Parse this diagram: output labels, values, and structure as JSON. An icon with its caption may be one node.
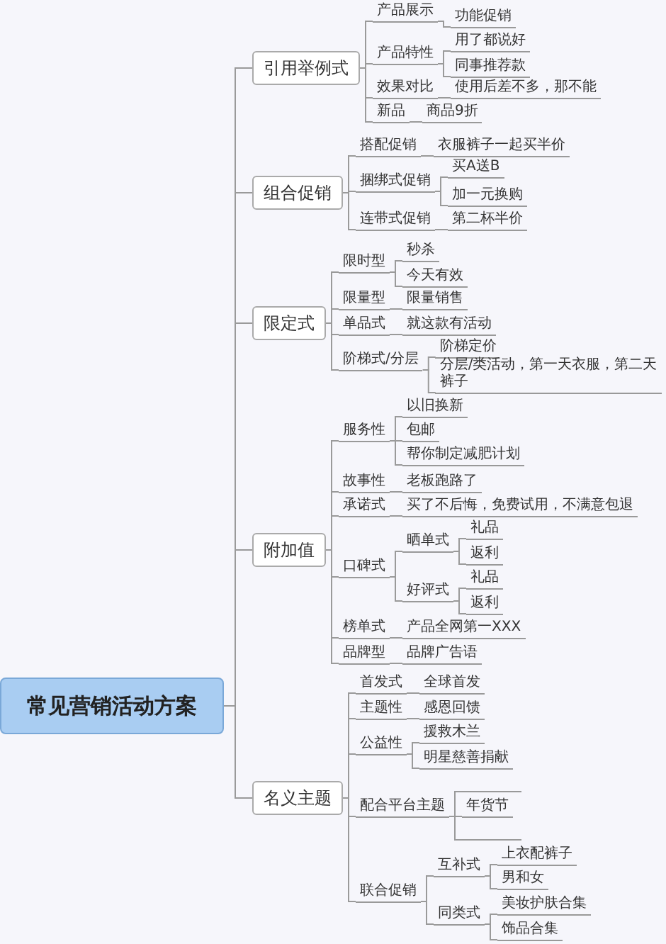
{
  "diagram": {
    "nodes": [
      {
        "text": [
          "常见营销活动方案"
        ]
      },
      {
        "text": [
          "引用举例式"
        ]
      },
      {
        "text": [
          "产品展示"
        ]
      },
      {
        "text": [
          "功能促销"
        ]
      },
      {
        "text": [
          "产品特性"
        ]
      },
      {
        "text": [
          "用了都说好"
        ]
      },
      {
        "text": [
          "同事推荐款"
        ]
      },
      {
        "text": [
          "效果对比"
        ]
      },
      {
        "text": [
          "使用后差不多，那不能"
        ]
      },
      {
        "text": [
          "新品"
        ]
      },
      {
        "text": [
          "商品9折"
        ]
      },
      {
        "text": [
          "组合促销"
        ]
      },
      {
        "text": [
          "搭配促销"
        ]
      },
      {
        "text": [
          "衣服裤子一起买半价"
        ]
      },
      {
        "text": [
          "捆绑式促销"
        ]
      },
      {
        "text": [
          "买A送B"
        ]
      },
      {
        "text": [
          "加一元换购"
        ]
      },
      {
        "text": [
          "连带式促销"
        ]
      },
      {
        "text": [
          "第二杯半价"
        ]
      },
      {
        "text": [
          "限定式"
        ]
      },
      {
        "text": [
          "限时型"
        ]
      },
      {
        "text": [
          "秒杀"
        ]
      },
      {
        "text": [
          "今天有效"
        ]
      },
      {
        "text": [
          "限量型"
        ]
      },
      {
        "text": [
          "限量销售"
        ]
      },
      {
        "text": [
          "单品式"
        ]
      },
      {
        "text": [
          "就这款有活动"
        ]
      },
      {
        "text": [
          "阶梯式/分层"
        ]
      },
      {
        "text": [
          "阶梯定价"
        ]
      },
      {
        "text": [
          "分层/类活动，第一天衣服，第二天裤子"
        ]
      },
      {
        "text": [
          "附加值"
        ]
      },
      {
        "text": [
          "服务性"
        ]
      },
      {
        "text": [
          "以旧换新"
        ]
      },
      {
        "text": [
          "包邮"
        ]
      },
      {
        "text": [
          "帮你制定减肥计划"
        ]
      },
      {
        "text": [
          "故事性"
        ]
      },
      {
        "text": [
          "老板跑路了"
        ]
      },
      {
        "text": [
          "承诺式"
        ]
      },
      {
        "text": [
          "买了不后悔，免费试用，不满意包退"
        ]
      },
      {
        "text": [
          "口碑式"
        ]
      },
      {
        "text": [
          "晒单式"
        ]
      },
      {
        "text": [
          "礼品"
        ]
      },
      {
        "text": [
          "返利"
        ]
      },
      {
        "text": [
          "好评式"
        ]
      },
      {
        "text": [
          "礼品"
        ]
      },
      {
        "text": [
          "返利"
        ]
      },
      {
        "text": [
          "榜单式"
        ]
      },
      {
        "text": [
          "产品全网第一XXX"
        ]
      },
      {
        "text": [
          "品牌型"
        ]
      },
      {
        "text": [
          "品牌广告语"
        ]
      },
      {
        "text": [
          "名义主题"
        ]
      },
      {
        "text": [
          "首发式"
        ]
      },
      {
        "text": [
          "全球首发"
        ]
      },
      {
        "text": [
          "主题性"
        ]
      },
      {
        "text": [
          "感恩回馈"
        ]
      },
      {
        "text": [
          "公益性"
        ]
      },
      {
        "text": [
          "援救木兰"
        ]
      },
      {
        "text": [
          "明星慈善捐献"
        ]
      },
      {
        "text": [
          "配合平台主题"
        ]
      },
      {
        "text": [],
        "shape": "bar"
      },
      {
        "text": [
          "年货节"
        ]
      },
      {
        "text": [],
        "shape": "bar"
      },
      {
        "text": [
          "联合促销"
        ]
      },
      {
        "text": [
          "互补式"
        ]
      },
      {
        "text": [
          "上衣配裤子"
        ]
      },
      {
        "text": [
          "男和女"
        ]
      },
      {
        "text": [
          "同类式"
        ]
      },
      {
        "text": [
          "美妆护肤合集"
        ]
      },
      {
        "text": [
          "饰品合集"
        ]
      }
    ],
    "edges": [
      {
        "from": 0,
        "to": 1,
        "arrow": "none"
      },
      {
        "from": 0,
        "to": 11,
        "arrow": "none"
      },
      {
        "from": 0,
        "to": 19,
        "arrow": "none"
      },
      {
        "from": 0,
        "to": 30,
        "arrow": "none"
      },
      {
        "from": 0,
        "to": 50,
        "arrow": "none"
      },
      {
        "from": 1,
        "to": 2,
        "arrow": "none"
      },
      {
        "from": 2,
        "to": 3,
        "arrow": "none"
      },
      {
        "from": 1,
        "to": 4,
        "arrow": "none"
      },
      {
        "from": 4,
        "to": 5,
        "arrow": "none"
      },
      {
        "from": 4,
        "to": 6,
        "arrow": "none"
      },
      {
        "from": 1,
        "to": 7,
        "arrow": "none"
      },
      {
        "from": 7,
        "to": 8,
        "arrow": "none"
      },
      {
        "from": 1,
        "to": 9,
        "arrow": "none"
      },
      {
        "from": 9,
        "to": 10,
        "arrow": "none"
      },
      {
        "from": 11,
        "to": 12,
        "arrow": "none"
      },
      {
        "from": 12,
        "to": 13,
        "arrow": "none"
      },
      {
        "from": 11,
        "to": 14,
        "arrow": "none"
      },
      {
        "from": 14,
        "to": 15,
        "arrow": "none"
      },
      {
        "from": 14,
        "to": 16,
        "arrow": "none"
      },
      {
        "from": 11,
        "to": 17,
        "arrow": "none"
      },
      {
        "from": 17,
        "to": 18,
        "arrow": "none"
      },
      {
        "from": 19,
        "to": 20,
        "arrow": "none"
      },
      {
        "from": 20,
        "to": 21,
        "arrow": "none"
      },
      {
        "from": 20,
        "to": 22,
        "arrow": "none"
      },
      {
        "from": 19,
        "to": 23,
        "arrow": "none"
      },
      {
        "from": 23,
        "to": 24,
        "arrow": "none"
      },
      {
        "from": 19,
        "to": 25,
        "arrow": "none"
      },
      {
        "from": 25,
        "to": 26,
        "arrow": "none"
      },
      {
        "from": 19,
        "to": 27,
        "arrow": "none"
      },
      {
        "from": 27,
        "to": 28,
        "arrow": "none"
      },
      {
        "from": 27,
        "to": 29,
        "arrow": "none"
      },
      {
        "from": 30,
        "to": 31,
        "arrow": "none"
      },
      {
        "from": 31,
        "to": 32,
        "arrow": "none"
      },
      {
        "from": 31,
        "to": 33,
        "arrow": "none"
      },
      {
        "from": 31,
        "to": 34,
        "arrow": "none"
      },
      {
        "from": 30,
        "to": 35,
        "arrow": "none"
      },
      {
        "from": 35,
        "to": 36,
        "arrow": "none"
      },
      {
        "from": 30,
        "to": 37,
        "arrow": "none"
      },
      {
        "from": 37,
        "to": 38,
        "arrow": "none"
      },
      {
        "from": 30,
        "to": 39,
        "arrow": "none"
      },
      {
        "from": 39,
        "to": 40,
        "arrow": "none"
      },
      {
        "from": 40,
        "to": 41,
        "arrow": "none"
      },
      {
        "from": 40,
        "to": 42,
        "arrow": "none"
      },
      {
        "from": 39,
        "to": 43,
        "arrow": "none"
      },
      {
        "from": 43,
        "to": 44,
        "arrow": "none"
      },
      {
        "from": 43,
        "to": 45,
        "arrow": "none"
      },
      {
        "from": 30,
        "to": 46,
        "arrow": "none"
      },
      {
        "from": 46,
        "to": 47,
        "arrow": "none"
      },
      {
        "from": 30,
        "to": 48,
        "arrow": "none"
      },
      {
        "from": 48,
        "to": 49,
        "arrow": "none"
      },
      {
        "from": 50,
        "to": 51,
        "arrow": "none"
      },
      {
        "from": 51,
        "to": 52,
        "arrow": "none"
      },
      {
        "from": 50,
        "to": 53,
        "arrow": "none"
      },
      {
        "from": 53,
        "to": 54,
        "arrow": "none"
      },
      {
        "from": 50,
        "to": 55,
        "arrow": "none"
      },
      {
        "from": 55,
        "to": 56,
        "arrow": "none"
      },
      {
        "from": 55,
        "to": 57,
        "arrow": "none"
      },
      {
        "from": 50,
        "to": 58,
        "arrow": "none"
      },
      {
        "from": 58,
        "to": 59,
        "arrow": "none"
      },
      {
        "from": 58,
        "to": 60,
        "arrow": "none"
      },
      {
        "from": 58,
        "to": 61,
        "arrow": "none"
      },
      {
        "from": 50,
        "to": 62,
        "arrow": "none"
      },
      {
        "from": 62,
        "to": 63,
        "arrow": "none"
      },
      {
        "from": 63,
        "to": 64,
        "arrow": "none"
      },
      {
        "from": 63,
        "to": 65,
        "arrow": "none"
      },
      {
        "from": 62,
        "to": 66,
        "arrow": "none"
      },
      {
        "from": 66,
        "to": 67,
        "arrow": "none"
      },
      {
        "from": 66,
        "to": 68,
        "arrow": "none"
      }
    ]
  }
}
